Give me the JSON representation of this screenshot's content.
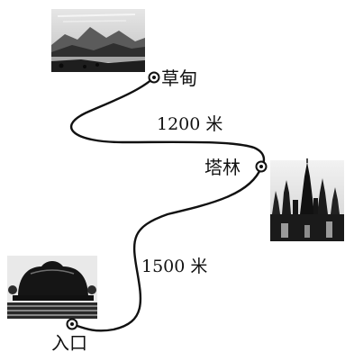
{
  "places": {
    "meadow": "草甸",
    "pagoda_forest": "塔林",
    "entrance": "入口"
  },
  "distances": {
    "meadow_to_pagoda_forest": "1200 米",
    "pagoda_forest_to_entrance": "1500 米"
  },
  "colors": {
    "ink": "#111111",
    "photo_sky": "#d8d8d8",
    "photo_dark": "#222222"
  },
  "icons": {
    "meadow_photo": "mountain-lake-photo",
    "pagoda_photo": "pagoda-silhouette-photo",
    "entrance_photo": "gate-building-photo"
  }
}
